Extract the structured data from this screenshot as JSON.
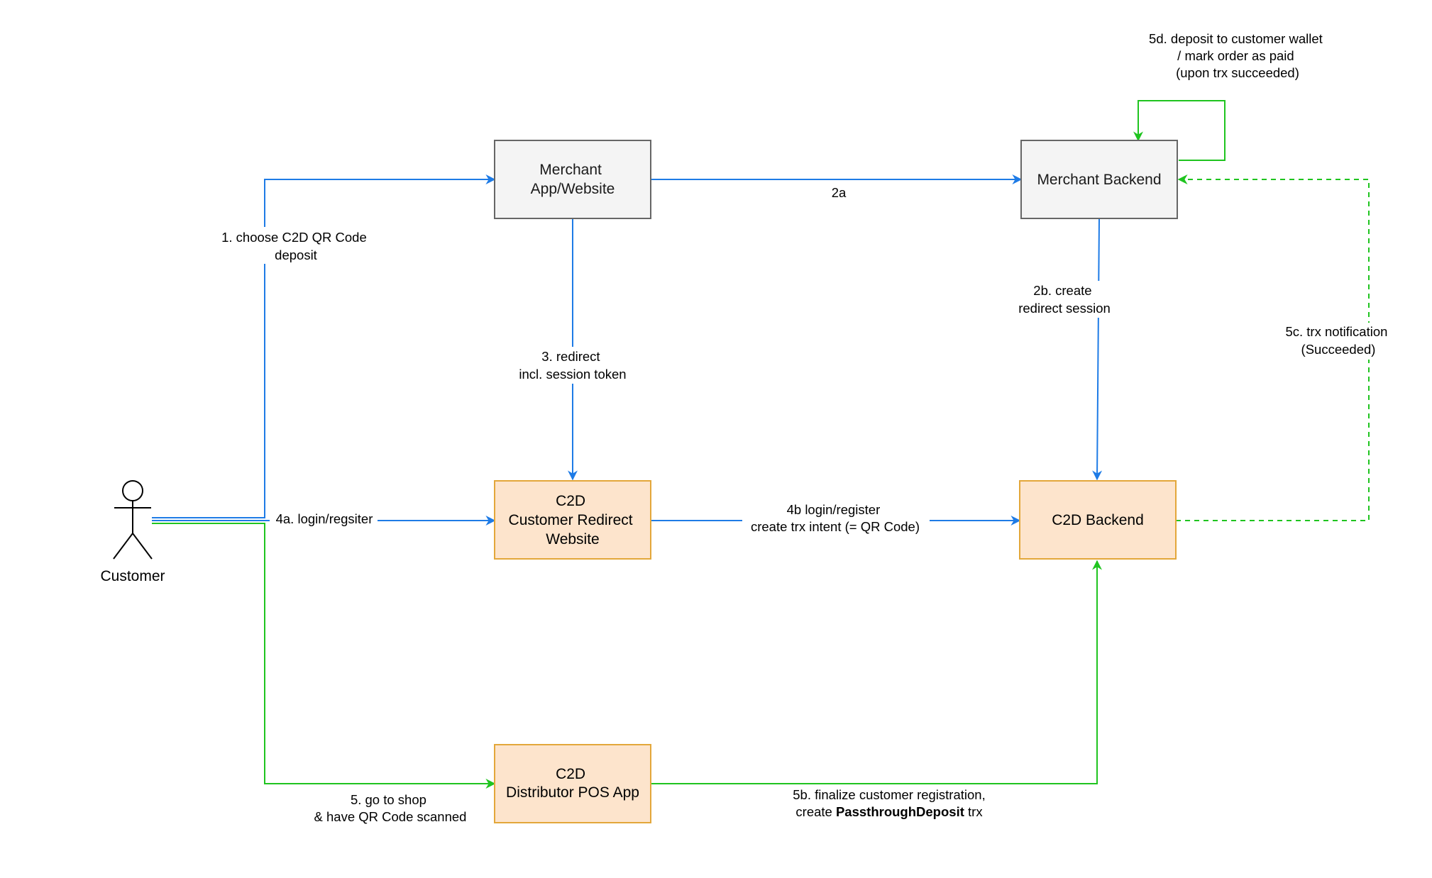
{
  "colors": {
    "blue_edge": "#1e7be6",
    "green_edge": "#1fc41f",
    "gray_fill": "#f4f4f4",
    "gray_stroke": "#666666",
    "orange_fill": "#fde4cc",
    "orange_stroke": "#e3a73a"
  },
  "actor": {
    "label": "Customer",
    "icon": "stick-figure-icon"
  },
  "nodes": {
    "merchant_app": [
      "Merchant",
      "App/Website"
    ],
    "merchant_backend": [
      "Merchant Backend"
    ],
    "c2d_redirect": [
      "C2D",
      "Customer Redirect",
      "Website"
    ],
    "c2d_backend": [
      "C2D Backend"
    ],
    "c2d_pos": [
      "C2D",
      "Distributor POS App"
    ]
  },
  "edges": {
    "e1": [
      "1. choose C2D QR Code",
      "deposit"
    ],
    "e2a": [
      "2a"
    ],
    "e2b": [
      "2b. create",
      "redirect session"
    ],
    "e3": [
      "3. redirect",
      "incl. session token"
    ],
    "e4a": [
      "4a. login/regsiter"
    ],
    "e4b": [
      "4b login/register",
      "create trx intent (= QR Code)"
    ],
    "e5": [
      "5. go to shop",
      "& have QR Code scanned"
    ],
    "e5b": {
      "line1": "5b. finalize customer registration,",
      "line2_prefix": "create ",
      "line2_bold": "PassthroughDeposit",
      "line2_suffix": " trx"
    },
    "e5c": [
      "5c. trx notification",
      "(Succeeded)"
    ],
    "e5d": [
      "5d. deposit to customer wallet",
      "/ mark order as paid",
      "(upon trx succeeded)"
    ]
  }
}
